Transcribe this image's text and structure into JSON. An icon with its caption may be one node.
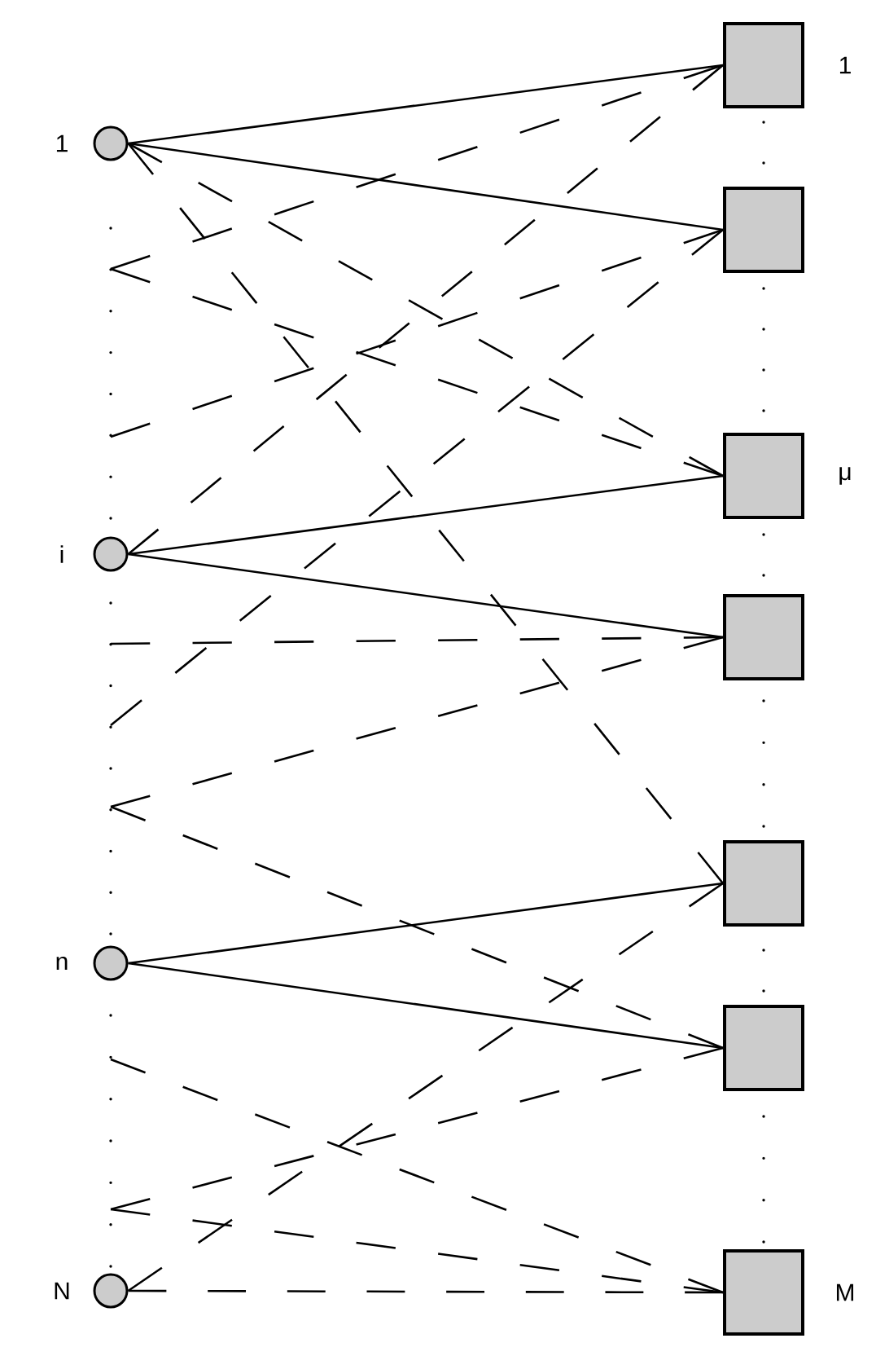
{
  "diagram": {
    "nodes": [
      {
        "text": [],
        "shape": "circle",
        "beside": [
          "1"
        ]
      },
      {
        "text": [],
        "shape": "circle",
        "beside": [
          "i"
        ]
      },
      {
        "text": [],
        "shape": "circle",
        "beside": [
          "n"
        ]
      },
      {
        "text": [],
        "shape": "circle",
        "beside": [
          "N"
        ]
      },
      {
        "text": [],
        "shape": "box",
        "beside": [
          "1"
        ]
      },
      {
        "text": [],
        "shape": "box"
      },
      {
        "text": [],
        "shape": "box",
        "beside": [
          "μ"
        ]
      },
      {
        "text": [],
        "shape": "box"
      },
      {
        "text": [],
        "shape": "box"
      },
      {
        "text": [],
        "shape": "box"
      },
      {
        "text": [],
        "shape": "box",
        "beside": [
          "M"
        ]
      }
    ],
    "edges": [
      {
        "from": 0,
        "to": 4,
        "arrow": "none"
      },
      {
        "from": 0,
        "to": 5,
        "arrow": "none"
      },
      {
        "from": 0,
        "to": 6,
        "arrow": "none",
        "style": "dashed"
      },
      {
        "from": 0,
        "to": 8,
        "arrow": "none",
        "style": "dashed"
      },
      {
        "from": null,
        "to": 4,
        "arrow": "none",
        "style": "dashed"
      },
      {
        "from": null,
        "to": 6,
        "arrow": "none",
        "style": "dashed"
      },
      {
        "from": 1,
        "to": 4,
        "arrow": "none",
        "style": "dashed"
      },
      {
        "from": null,
        "to": 5,
        "arrow": "none",
        "style": "dashed"
      },
      {
        "from": 1,
        "to": 6,
        "arrow": "none"
      },
      {
        "from": 1,
        "to": 7,
        "arrow": "none"
      },
      {
        "from": null,
        "to": 7,
        "arrow": "none",
        "style": "dashed"
      },
      {
        "from": null,
        "to": 5,
        "arrow": "none",
        "style": "dashed"
      },
      {
        "from": null,
        "to": 7,
        "arrow": "none",
        "style": "dashed"
      },
      {
        "from": null,
        "to": 9,
        "arrow": "none",
        "style": "dashed"
      },
      {
        "from": 2,
        "to": 8,
        "arrow": "none"
      },
      {
        "from": 2,
        "to": 9,
        "arrow": "none"
      },
      {
        "from": null,
        "to": 10,
        "arrow": "none",
        "style": "dashed"
      },
      {
        "from": null,
        "to": 9,
        "arrow": "none",
        "style": "dashed"
      },
      {
        "from": null,
        "to": 10,
        "arrow": "none",
        "style": "dashed"
      },
      {
        "from": 3,
        "to": 8,
        "arrow": "none",
        "style": "dashed"
      },
      {
        "from": 3,
        "to": 10,
        "arrow": "none",
        "style": "dashed"
      }
    ]
  }
}
